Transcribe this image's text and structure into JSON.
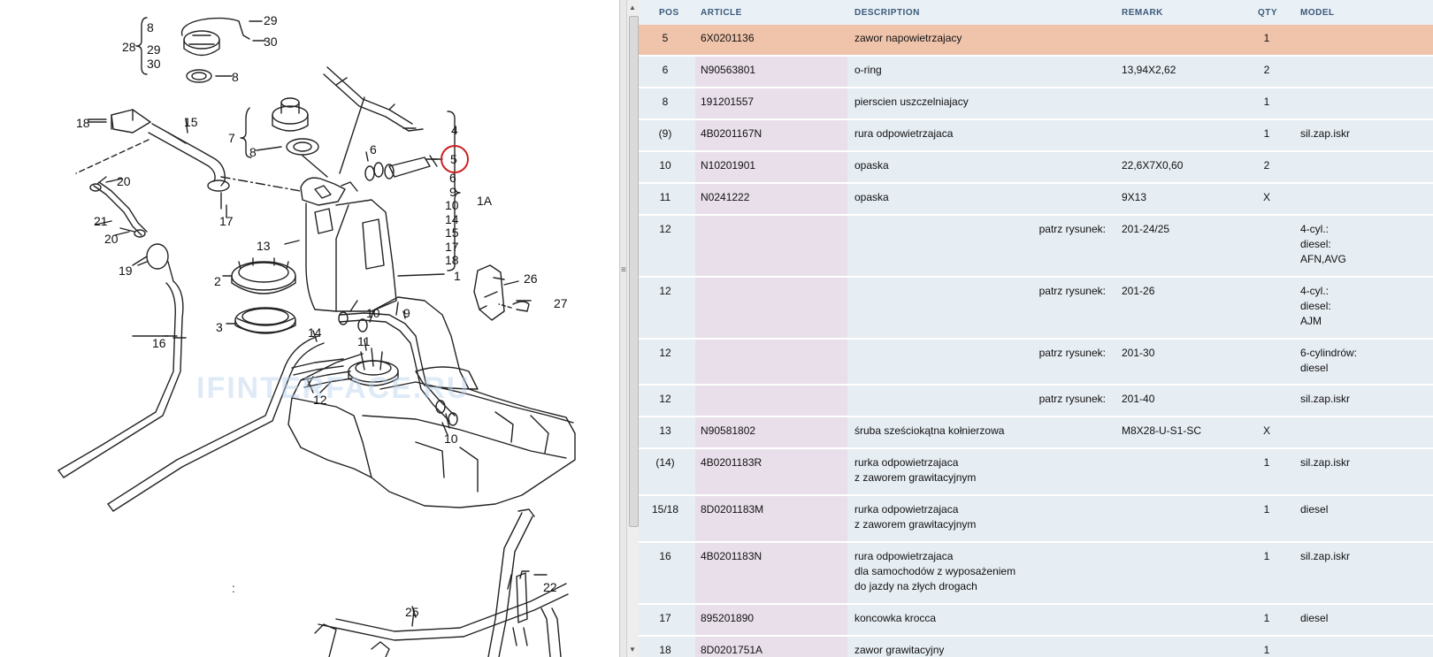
{
  "diagram": {
    "watermark": "IFINTERFACE.RU",
    "separator": ":",
    "callouts": {
      "n29a": "29",
      "n30a": "30",
      "n28": "28",
      "n8a": "8",
      "n29b": "29",
      "n30b": "30",
      "n8b": "8",
      "n18": "18",
      "n15": "15",
      "n7": "7",
      "n8c": "8",
      "n4": "4",
      "n6a": "6",
      "n5": "5",
      "n20a": "20",
      "n21": "21",
      "n20b": "20",
      "n19": "19",
      "n17": "17",
      "n13": "13",
      "n6b": "6",
      "n9a": "9",
      "n10a": "10",
      "n14a": "14",
      "n15b": "15",
      "n17b": "17",
      "n18b": "18",
      "n1A": "1A",
      "n1": "1",
      "n2": "2",
      "n3": "3",
      "n26": "26",
      "n27": "27",
      "n16": "16",
      "n14b": "14",
      "n10b": "10",
      "n9b": "9",
      "n11": "11",
      "n12": "12",
      "n10c": "10",
      "n22": "22",
      "n25": "25"
    }
  },
  "table": {
    "headers": {
      "pos": "POS",
      "article": "ARTICLE",
      "description": "DESCRIPTION",
      "remark": "REMARK",
      "qty": "QTY",
      "model": "MODEL"
    },
    "rows": [
      {
        "pos": "5",
        "article": "6X0201136",
        "description": "zawor napowietrzajacy",
        "patrz": "",
        "remark": "",
        "qty": "1",
        "model": "",
        "selected": true
      },
      {
        "pos": "6",
        "article": "N90563801",
        "description": "o-ring",
        "patrz": "",
        "remark": "13,94X2,62",
        "qty": "2",
        "model": ""
      },
      {
        "pos": "8",
        "article": "191201557",
        "description": "pierscien uszczelniajacy",
        "patrz": "",
        "remark": "",
        "qty": "1",
        "model": ""
      },
      {
        "pos": "(9)",
        "article": "4B0201167N",
        "description": "rura odpowietrzajaca",
        "patrz": "",
        "remark": "",
        "qty": "1",
        "model": "sil.zap.iskr"
      },
      {
        "pos": "10",
        "article": "N10201901",
        "description": "opaska",
        "patrz": "",
        "remark": "22,6X7X0,60",
        "qty": "2",
        "model": ""
      },
      {
        "pos": "11",
        "article": "N0241222",
        "description": "opaska",
        "patrz": "",
        "remark": "9X13",
        "qty": "X",
        "model": ""
      },
      {
        "pos": "12",
        "article": "",
        "description": "",
        "patrz": "patrz rysunek:",
        "remark": "201-24/25",
        "qty": "",
        "model": "4-cyl.:\ndiesel:\nAFN,AVG"
      },
      {
        "pos": "12",
        "article": "",
        "description": "",
        "patrz": "patrz rysunek:",
        "remark": "201-26",
        "qty": "",
        "model": "4-cyl.:\ndiesel:\nAJM"
      },
      {
        "pos": "12",
        "article": "",
        "description": "",
        "patrz": "patrz rysunek:",
        "remark": "201-30",
        "qty": "",
        "model": "6-cylindrów:\ndiesel"
      },
      {
        "pos": "12",
        "article": "",
        "description": "",
        "patrz": "patrz rysunek:",
        "remark": "201-40",
        "qty": "",
        "model": "sil.zap.iskr"
      },
      {
        "pos": "13",
        "article": "N90581802",
        "description": "śruba sześciokątna kołnierzowa",
        "patrz": "",
        "remark": "M8X28-U-S1-SC",
        "qty": "X",
        "model": ""
      },
      {
        "pos": "(14)",
        "article": "4B0201183R",
        "description": "rurka odpowietrzajaca\nz zaworem grawitacyjnym",
        "patrz": "",
        "remark": "",
        "qty": "1",
        "model": "sil.zap.iskr"
      },
      {
        "pos": "15/18",
        "article": "8D0201183M",
        "description": "rurka odpowietrzajaca\nz zaworem grawitacyjnym",
        "patrz": "",
        "remark": "",
        "qty": "1",
        "model": "diesel"
      },
      {
        "pos": "16",
        "article": "4B0201183N",
        "description": "rura odpowietrzajaca\ndla samochodów z wyposażeniem\ndo jazdy na złych drogach",
        "patrz": "",
        "remark": "",
        "qty": "1",
        "model": "sil.zap.iskr"
      },
      {
        "pos": "17",
        "article": "895201890",
        "description": "koncowka krocca",
        "patrz": "",
        "remark": "",
        "qty": "1",
        "model": "diesel"
      },
      {
        "pos": "18",
        "article": "8D0201751A",
        "description": "zawor grawitacyjny",
        "patrz": "",
        "remark": "",
        "qty": "1",
        "model": ""
      }
    ]
  },
  "colors": {
    "selected_row": "#f0c4ab",
    "row": "#e6edf3",
    "article_column": "#e9dfeb",
    "header_text": "#3c5a7a",
    "highlight_circle": "#cc2222"
  }
}
